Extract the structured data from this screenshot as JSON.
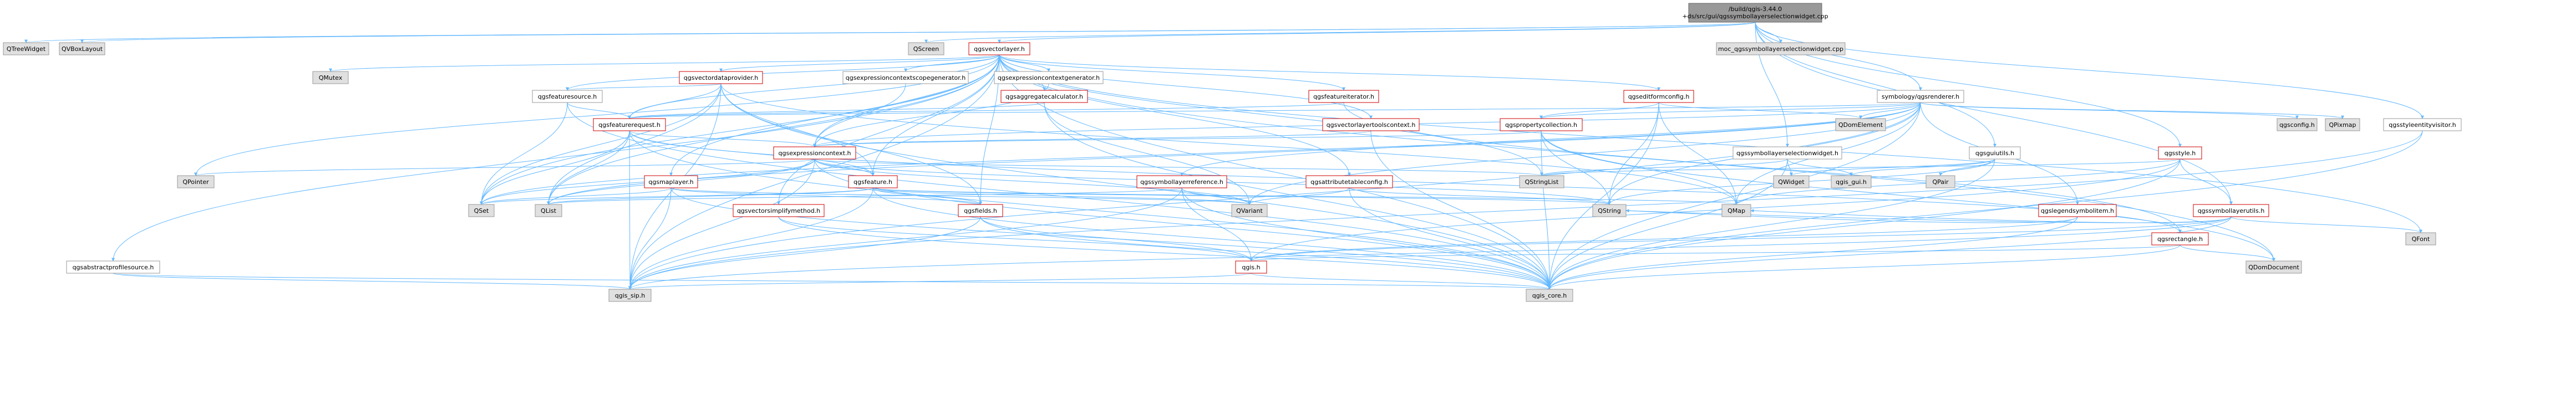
{
  "nodes": [
    {
      "id": "root",
      "label": [
        "/build/qgis-3.44.0",
        "+ds/src/gui/qgssymbollayerselectionwidget.cpp"
      ],
      "fill": "#999999",
      "kind": "root",
      "link": false
    },
    {
      "id": "QTreeWidget",
      "label": [
        "QTreeWidget"
      ],
      "fill": "#e0e0e0",
      "kind": "ext",
      "link": false
    },
    {
      "id": "QVBoxLayout",
      "label": [
        "QVBoxLayout"
      ],
      "fill": "#e0e0e0",
      "kind": "ext",
      "link": false
    },
    {
      "id": "QScreen",
      "label": [
        "QScreen"
      ],
      "fill": "#e0e0e0",
      "kind": "ext",
      "link": false
    },
    {
      "id": "qgsvectorlayer",
      "label": [
        "qgsvectorlayer.h"
      ],
      "fill": "#ffffff",
      "kind": "red",
      "link": true
    },
    {
      "id": "moc",
      "label": [
        "moc_qgssymbollayerselectionwidget.cpp"
      ],
      "fill": "#e0e0e0",
      "kind": "ext",
      "link": false
    },
    {
      "id": "QMutex",
      "label": [
        "QMutex"
      ],
      "fill": "#e0e0e0",
      "kind": "ext",
      "link": false
    },
    {
      "id": "qgsvectordataprovider",
      "label": [
        "qgsvectordataprovider.h"
      ],
      "fill": "#ffffff",
      "kind": "red",
      "link": true
    },
    {
      "id": "qgsexpressioncontextscopegenerator",
      "label": [
        "qgsexpressioncontextscopegenerator.h"
      ],
      "fill": "#ffffff",
      "kind": "norm",
      "link": true
    },
    {
      "id": "qgsexpressioncontextgenerator",
      "label": [
        "qgsexpressioncontextgenerator.h"
      ],
      "fill": "#ffffff",
      "kind": "norm",
      "link": true
    },
    {
      "id": "qgsfeatureiterator",
      "label": [
        "qgsfeatureiterator.h"
      ],
      "fill": "#ffffff",
      "kind": "red",
      "link": true
    },
    {
      "id": "qgseditformconfig",
      "label": [
        "qgseditformconfig.h"
      ],
      "fill": "#ffffff",
      "kind": "red",
      "link": true
    },
    {
      "id": "symbology",
      "label": [
        "symbology/qgsrenderer.h"
      ],
      "fill": "#ffffff",
      "kind": "norm",
      "link": true
    },
    {
      "id": "qgsstyleentityvisitor",
      "label": [
        "qgsstyleentityvisitor.h"
      ],
      "fill": "#ffffff",
      "kind": "norm",
      "link": true
    },
    {
      "id": "qgsfeaturesource",
      "label": [
        "qgsfeaturesource.h"
      ],
      "fill": "#ffffff",
      "kind": "norm",
      "link": true
    },
    {
      "id": "qgsaggregatecalculator",
      "label": [
        "qgsaggregatecalculator.h"
      ],
      "fill": "#ffffff",
      "kind": "red",
      "link": true
    },
    {
      "id": "QDomElement",
      "label": [
        "QDomElement"
      ],
      "fill": "#e0e0e0",
      "kind": "ext",
      "link": false
    },
    {
      "id": "qgsconfig",
      "label": [
        "qgsconfig.h"
      ],
      "fill": "#e0e0e0",
      "kind": "ext",
      "link": false
    },
    {
      "id": "QPixmap",
      "label": [
        "QPixmap"
      ],
      "fill": "#e0e0e0",
      "kind": "ext",
      "link": false
    },
    {
      "id": "qgsfeaturerequest",
      "label": [
        "qgsfeaturerequest.h"
      ],
      "fill": "#ffffff",
      "kind": "red",
      "link": true
    },
    {
      "id": "qgsvectorlayertoolscontext",
      "label": [
        "qgsvectorlayertoolscontext.h"
      ],
      "fill": "#ffffff",
      "kind": "red",
      "link": true
    },
    {
      "id": "qgspropertycollection",
      "label": [
        "qgspropertycollection.h"
      ],
      "fill": "#ffffff",
      "kind": "red",
      "link": true
    },
    {
      "id": "qgssymbollayerselectionwidget",
      "label": [
        "qgssymbollayerselectionwidget.h"
      ],
      "fill": "#ffffff",
      "kind": "norm",
      "link": true
    },
    {
      "id": "qgsguiutils",
      "label": [
        "qgsguiutils.h"
      ],
      "fill": "#ffffff",
      "kind": "norm",
      "link": true
    },
    {
      "id": "qgsstyle",
      "label": [
        "qgsstyle.h"
      ],
      "fill": "#ffffff",
      "kind": "red",
      "link": true
    },
    {
      "id": "qgsexpressioncontext",
      "label": [
        "qgsexpressioncontext.h"
      ],
      "fill": "#ffffff",
      "kind": "red",
      "link": true
    },
    {
      "id": "QPointer",
      "label": [
        "QPointer"
      ],
      "fill": "#e0e0e0",
      "kind": "ext",
      "link": false
    },
    {
      "id": "qgsmaplayer",
      "label": [
        "qgsmaplayer.h"
      ],
      "fill": "#ffffff",
      "kind": "red",
      "link": true
    },
    {
      "id": "qgsfeature",
      "label": [
        "qgsfeature.h"
      ],
      "fill": "#ffffff",
      "kind": "red",
      "link": true
    },
    {
      "id": "qgssymbollayerreference",
      "label": [
        "qgssymbollayerreference.h"
      ],
      "fill": "#ffffff",
      "kind": "red",
      "link": true
    },
    {
      "id": "qgsattributetableconfig",
      "label": [
        "qgsattributetableconfig.h"
      ],
      "fill": "#ffffff",
      "kind": "red",
      "link": true
    },
    {
      "id": "QStringList",
      "label": [
        "QStringList"
      ],
      "fill": "#e0e0e0",
      "kind": "ext",
      "link": false
    },
    {
      "id": "QWidget",
      "label": [
        "QWidget"
      ],
      "fill": "#e0e0e0",
      "kind": "ext",
      "link": false
    },
    {
      "id": "qgis_gui",
      "label": [
        "qgis_gui.h"
      ],
      "fill": "#e0e0e0",
      "kind": "ext",
      "link": false
    },
    {
      "id": "QPair",
      "label": [
        "QPair"
      ],
      "fill": "#e0e0e0",
      "kind": "ext",
      "link": false
    },
    {
      "id": "qgslegendsymbolitem",
      "label": [
        "qgslegendsymbolitem.h"
      ],
      "fill": "#ffffff",
      "kind": "red",
      "link": true
    },
    {
      "id": "qgssymbollayerutils",
      "label": [
        "qgssymbollayerutils.h"
      ],
      "fill": "#ffffff",
      "kind": "red",
      "link": true
    },
    {
      "id": "QSet",
      "label": [
        "QSet"
      ],
      "fill": "#e0e0e0",
      "kind": "ext",
      "link": false
    },
    {
      "id": "QList",
      "label": [
        "QList"
      ],
      "fill": "#e0e0e0",
      "kind": "ext",
      "link": false
    },
    {
      "id": "qgsvectorsimplifymethod",
      "label": [
        "qgsvectorsimplifymethod.h"
      ],
      "fill": "#ffffff",
      "kind": "red",
      "link": true
    },
    {
      "id": "qgsfields",
      "label": [
        "qgsfields.h"
      ],
      "fill": "#ffffff",
      "kind": "red",
      "link": true
    },
    {
      "id": "QVariant",
      "label": [
        "QVariant"
      ],
      "fill": "#e0e0e0",
      "kind": "ext",
      "link": false
    },
    {
      "id": "QString",
      "label": [
        "QString"
      ],
      "fill": "#e0e0e0",
      "kind": "ext",
      "link": false
    },
    {
      "id": "QMap",
      "label": [
        "QMap"
      ],
      "fill": "#e0e0e0",
      "kind": "ext",
      "link": false
    },
    {
      "id": "qgsrectangle",
      "label": [
        "qgsrectangle.h"
      ],
      "fill": "#ffffff",
      "kind": "red",
      "link": true
    },
    {
      "id": "QFont",
      "label": [
        "QFont"
      ],
      "fill": "#e0e0e0",
      "kind": "ext",
      "link": false
    },
    {
      "id": "qgsabstractprofilesource",
      "label": [
        "qgsabstractprofilesource.h"
      ],
      "fill": "#ffffff",
      "kind": "norm",
      "link": true
    },
    {
      "id": "qgis",
      "label": [
        "qgis.h"
      ],
      "fill": "#ffffff",
      "kind": "red",
      "link": true
    },
    {
      "id": "QDomDocument",
      "label": [
        "QDomDocument"
      ],
      "fill": "#e0e0e0",
      "kind": "ext",
      "link": false
    },
    {
      "id": "qgis_sip",
      "label": [
        "qgis_sip.h"
      ],
      "fill": "#e0e0e0",
      "kind": "ext",
      "link": false
    },
    {
      "id": "qgis_core",
      "label": [
        "qgis_core.h"
      ],
      "fill": "#e0e0e0",
      "kind": "ext",
      "link": false
    }
  ],
  "edges": [
    [
      "root",
      "QTreeWidget"
    ],
    [
      "root",
      "QVBoxLayout"
    ],
    [
      "root",
      "QScreen"
    ],
    [
      "root",
      "qgsvectorlayer"
    ],
    [
      "root",
      "moc"
    ],
    [
      "root",
      "symbology"
    ],
    [
      "root",
      "qgsstyleentityvisitor"
    ],
    [
      "root",
      "qgssymbollayerselectionwidget"
    ],
    [
      "root",
      "qgsguiutils"
    ],
    [
      "root",
      "qgsstyle"
    ],
    [
      "root",
      "qgssymbollayerutils"
    ],
    [
      "qgsvectorlayer",
      "QMutex"
    ],
    [
      "qgsvectorlayer",
      "qgsvectordataprovider"
    ],
    [
      "qgsvectorlayer",
      "qgsexpressioncontextscopegenerator"
    ],
    [
      "qgsvectorlayer",
      "qgsexpressioncontextgenerator"
    ],
    [
      "qgsvectorlayer",
      "qgsfeatureiterator"
    ],
    [
      "qgsvectorlayer",
      "qgseditformconfig"
    ],
    [
      "qgsvectorlayer",
      "qgsfeaturesource"
    ],
    [
      "qgsvectorlayer",
      "qgsaggregatecalculator"
    ],
    [
      "qgsvectorlayer",
      "qgsfeaturerequest"
    ],
    [
      "qgsvectorlayer",
      "qgsvectorlayertoolscontext"
    ],
    [
      "qgsvectorlayer",
      "qgsexpressioncontext"
    ],
    [
      "qgsvectorlayer",
      "qgsmaplayer"
    ],
    [
      "qgsvectorlayer",
      "qgsfeature"
    ],
    [
      "qgsvectorlayer",
      "qgsattributetableconfig"
    ],
    [
      "qgsvectorlayer",
      "qgsvectorsimplifymethod"
    ],
    [
      "qgsvectorlayer",
      "qgsfields"
    ],
    [
      "qgsvectorlayer",
      "QSet"
    ],
    [
      "qgsvectorlayer",
      "QList"
    ],
    [
      "qgsvectorlayer",
      "QFont"
    ],
    [
      "qgsvectorlayer",
      "qgsabstractprofilesource"
    ],
    [
      "qgsvectorlayer",
      "qgis_core"
    ],
    [
      "qgsvectorlayer",
      "QDomDocument"
    ],
    [
      "qgsvectorlayer",
      "QStringList"
    ],
    [
      "qgsvectorlayer",
      "qgis_sip"
    ],
    [
      "qgsvectorlayer",
      "QPointer"
    ],
    [
      "qgsvectordataprovider",
      "qgsfeaturesource"
    ],
    [
      "qgsvectordataprovider",
      "qgsfeaturerequest"
    ],
    [
      "qgsvectordataprovider",
      "qgsfeature"
    ],
    [
      "qgsvectordataprovider",
      "qgsfields"
    ],
    [
      "qgsvectordataprovider",
      "QSet"
    ],
    [
      "qgsvectordataprovider",
      "QList"
    ],
    [
      "qgsvectordataprovider",
      "qgis_core"
    ],
    [
      "qgsvectordataprovider",
      "qgis_sip"
    ],
    [
      "qgsvectordataprovider",
      "QMap"
    ],
    [
      "qgsexpressioncontextscopegenerator",
      "qgsexpressioncontext"
    ],
    [
      "qgsexpressioncontextgenerator",
      "qgsexpressioncontext"
    ],
    [
      "qgsfeatureiterator",
      "qgsfeaturerequest"
    ],
    [
      "qgsfeatureiterator",
      "qgsrectangle"
    ],
    [
      "qgseditformconfig",
      "QDomElement"
    ],
    [
      "qgseditformconfig",
      "qgspropertycollection"
    ],
    [
      "qgseditformconfig",
      "QMap"
    ],
    [
      "qgseditformconfig",
      "qgis_core"
    ],
    [
      "qgseditformconfig",
      "QString"
    ],
    [
      "symbology",
      "QDomElement"
    ],
    [
      "symbology",
      "qgsconfig"
    ],
    [
      "symbology",
      "QPixmap"
    ],
    [
      "symbology",
      "qgsfeaturerequest"
    ],
    [
      "symbology",
      "qgspropertycollection"
    ],
    [
      "symbology",
      "qgsexpressioncontext"
    ],
    [
      "symbology",
      "qgssymbollayerreference"
    ],
    [
      "symbology",
      "qgslegendsymbolitem"
    ],
    [
      "symbology",
      "QString"
    ],
    [
      "symbology",
      "QList"
    ],
    [
      "symbology",
      "QMap"
    ],
    [
      "symbology",
      "qgis_core"
    ],
    [
      "symbology",
      "qgis_sip"
    ],
    [
      "symbology",
      "QSet"
    ],
    [
      "symbology",
      "QVariant"
    ],
    [
      "qgsstyleentityvisitor",
      "qgis_core"
    ],
    [
      "qgsstyleentityvisitor",
      "qgis_sip"
    ],
    [
      "qgsfeaturesource",
      "qgsfeaturerequest"
    ],
    [
      "qgsfeaturesource",
      "QSet"
    ],
    [
      "qgsfeaturesource",
      "qgis_core"
    ],
    [
      "qgsaggregatecalculator",
      "qgsfeaturerequest"
    ],
    [
      "qgsaggregatecalculator",
      "QVariant"
    ],
    [
      "qgsaggregatecalculator",
      "qgis_core"
    ],
    [
      "qgsfeaturerequest",
      "qgsexpressioncontext"
    ],
    [
      "qgsfeaturerequest",
      "qgsfeature"
    ],
    [
      "qgsfeaturerequest",
      "qgsrectangle"
    ],
    [
      "qgsfeaturerequest",
      "QList"
    ],
    [
      "qgsfeaturerequest",
      "qgis_core"
    ],
    [
      "qgsfeaturerequest",
      "qgis_sip"
    ],
    [
      "qgsfeaturerequest",
      "QSet"
    ],
    [
      "qgsvectorlayertoolscontext",
      "qgsexpressioncontext"
    ],
    [
      "qgsvectorlayertoolscontext",
      "qgis_core"
    ],
    [
      "qgspropertycollection",
      "qgsexpressioncontext"
    ],
    [
      "qgspropertycollection",
      "QString"
    ],
    [
      "qgspropertycollection",
      "QMap"
    ],
    [
      "qgspropertycollection",
      "qgis_core"
    ],
    [
      "qgspropertycollection",
      "QDomDocument"
    ],
    [
      "qgssymbollayerselectionwidget",
      "QWidget"
    ],
    [
      "qgssymbollayerselectionwidget",
      "qgis_gui"
    ],
    [
      "qgssymbollayerselectionwidget",
      "QStringList"
    ],
    [
      "qgssymbollayerselectionwidget",
      "qgis_core"
    ],
    [
      "qgsguiutils",
      "QWidget"
    ],
    [
      "qgsguiutils",
      "qgis_gui"
    ],
    [
      "qgsguiutils",
      "QPair"
    ],
    [
      "qgsguiutils",
      "QString"
    ],
    [
      "qgsguiutils",
      "qgis_core"
    ],
    [
      "qgsstyle",
      "qgssymbollayerutils"
    ],
    [
      "qgsstyle",
      "qgis_core"
    ],
    [
      "qgsstyle",
      "qgis"
    ],
    [
      "qgsstyle",
      "QMap"
    ],
    [
      "qgsstyle",
      "QStringList"
    ],
    [
      "qgsexpressioncontext",
      "QStringList"
    ],
    [
      "qgsexpressioncontext",
      "QSet"
    ],
    [
      "qgsexpressioncontext",
      "qgsfeature"
    ],
    [
      "qgsexpressioncontext",
      "QVariant"
    ],
    [
      "qgsexpressioncontext",
      "qgis_core"
    ],
    [
      "qgsexpressioncontext",
      "qgis_sip"
    ],
    [
      "qgsexpressioncontext",
      "QPointer"
    ],
    [
      "qgsexpressioncontext",
      "QString"
    ],
    [
      "qgsexpressioncontext",
      "QList"
    ],
    [
      "qgsmaplayer",
      "QSet"
    ],
    [
      "qgsmaplayer",
      "qgsfields"
    ],
    [
      "qgsmaplayer",
      "qgis_core"
    ],
    [
      "qgsmaplayer",
      "qgis_sip"
    ],
    [
      "qgsmaplayer",
      "QVariant"
    ],
    [
      "qgsfeature",
      "qgsfields"
    ],
    [
      "qgsfeature",
      "QVariant"
    ],
    [
      "qgsfeature",
      "QList"
    ],
    [
      "qgsfeature",
      "qgis_core"
    ],
    [
      "qgsfeature",
      "qgis_sip"
    ],
    [
      "qgsfeature",
      "QSet"
    ],
    [
      "qgsfeature",
      "QMap"
    ],
    [
      "qgsfeature",
      "QString"
    ],
    [
      "qgssymbollayerreference",
      "QList"
    ],
    [
      "qgssymbollayerreference",
      "QVariant"
    ],
    [
      "qgssymbollayerreference",
      "qgis_core"
    ],
    [
      "qgssymbollayerreference",
      "qgis_sip"
    ],
    [
      "qgssymbollayerreference",
      "qgis"
    ],
    [
      "qgsattributetableconfig",
      "QVariant"
    ],
    [
      "qgsattributetableconfig",
      "qgis_core"
    ],
    [
      "qgsattributetableconfig",
      "QString"
    ],
    [
      "qgslegendsymbolitem",
      "QString"
    ],
    [
      "qgslegendsymbolitem",
      "qgis_core"
    ],
    [
      "qgslegendsymbolitem",
      "qgis"
    ],
    [
      "qgssymbollayerutils",
      "QFont"
    ],
    [
      "qgssymbollayerutils",
      "QMap"
    ],
    [
      "qgssymbollayerutils",
      "qgis_core"
    ],
    [
      "qgssymbollayerutils",
      "qgis"
    ],
    [
      "qgssymbollayerutils",
      "qgis_sip"
    ],
    [
      "qgssymbollayerutils",
      "QString"
    ],
    [
      "qgsvectorsimplifymethod",
      "qgis"
    ],
    [
      "qgsvectorsimplifymethod",
      "qgis_core"
    ],
    [
      "qgsfields",
      "qgis"
    ],
    [
      "qgsfields",
      "qgis_core"
    ],
    [
      "qgsfields",
      "qgis_sip"
    ],
    [
      "qgsrectangle",
      "qgis"
    ],
    [
      "qgsrectangle",
      "qgis_core"
    ],
    [
      "qgsrectangle",
      "QDomDocument"
    ],
    [
      "qgsabstractprofilesource",
      "qgis_core"
    ],
    [
      "qgsabstractprofilesource",
      "qgis_sip"
    ],
    [
      "qgis",
      "qgis_sip"
    ],
    [
      "qgis",
      "qgis_core"
    ]
  ]
}
